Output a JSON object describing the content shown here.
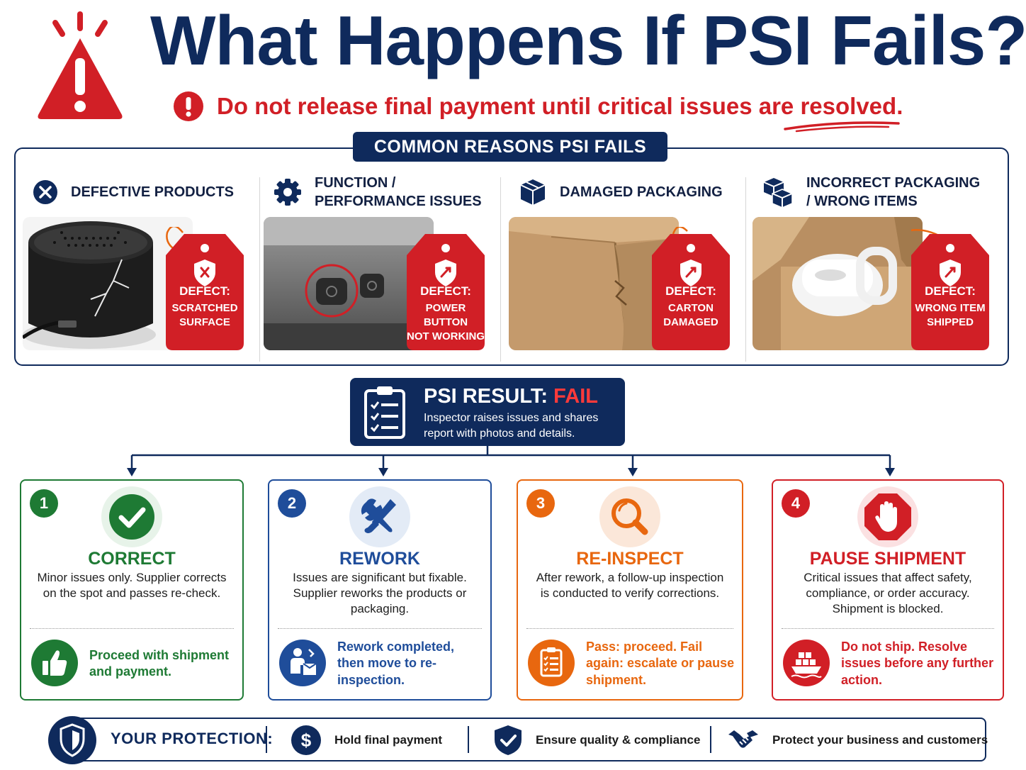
{
  "header": {
    "title": "What Happens If PSI Fails?",
    "warning": "Do not release final payment until critical issues are resolved."
  },
  "reasons": {
    "heading": "COMMON REASONS PSI FAILS",
    "items": [
      {
        "label": "DEFECTIVE PRODUCTS",
        "icon": "x-circle-icon",
        "tag_title": "DEFECT:",
        "tag_line1": "SCRATCHED",
        "tag_line2": "SURFACE"
      },
      {
        "label": "FUNCTION / PERFORMANCE ISSUES",
        "icon": "gear-icon",
        "tag_title": "DEFECT:",
        "tag_line1": "POWER BUTTON",
        "tag_line2": "NOT WORKING"
      },
      {
        "label": "DAMAGED PACKAGING",
        "icon": "box-icon",
        "tag_title": "DEFECT:",
        "tag_line1": "CARTON",
        "tag_line2": "DAMAGED"
      },
      {
        "label": "INCORRECT PACKAGING / WRONG ITEMS",
        "icon": "boxes-icon",
        "tag_title": "DEFECT:",
        "tag_line1": "WRONG ITEM",
        "tag_line2": "SHIPPED"
      }
    ]
  },
  "result": {
    "title_prefix": "PSI RESULT: ",
    "title_status": "FAIL",
    "subtitle": "Inspector raises issues and shares report with photos and details."
  },
  "outcomes": [
    {
      "number": "1",
      "title": "CORRECT",
      "description": "Minor issues only. Supplier corrects on the spot and passes re-check.",
      "footer": "Proceed with shipment and payment.",
      "color": "#1e7a34"
    },
    {
      "number": "2",
      "title": "REWORK",
      "description": "Issues are significant but fixable. Supplier reworks the products or packaging.",
      "footer": "Rework completed, then move to re-inspection.",
      "color": "#1f4d9a"
    },
    {
      "number": "3",
      "title": "RE-INSPECT",
      "description": "After rework, a follow-up inspection is conducted to verify corrections.",
      "footer": "Pass: proceed. Fail again: escalate or pause shipment.",
      "color": "#e8670f"
    },
    {
      "number": "4",
      "title": "PAUSE SHIPMENT",
      "description": "Critical issues that affect safety, compliance, or order accuracy. Shipment is blocked.",
      "footer": "Do not ship. Resolve issues before any further action.",
      "color": "#d11f26"
    }
  ],
  "protection": {
    "title": "YOUR PROTECTION:",
    "items": [
      {
        "label": "Hold final payment",
        "icon": "dollar-icon"
      },
      {
        "label": "Ensure quality & compliance",
        "icon": "shield-check-icon"
      },
      {
        "label": "Protect your business and customers",
        "icon": "handshake-icon"
      }
    ]
  },
  "colors": {
    "navy": "#0f2a5c",
    "red": "#d11f26",
    "green": "#1e7a34",
    "blue": "#1f4d9a",
    "orange": "#e8670f"
  }
}
